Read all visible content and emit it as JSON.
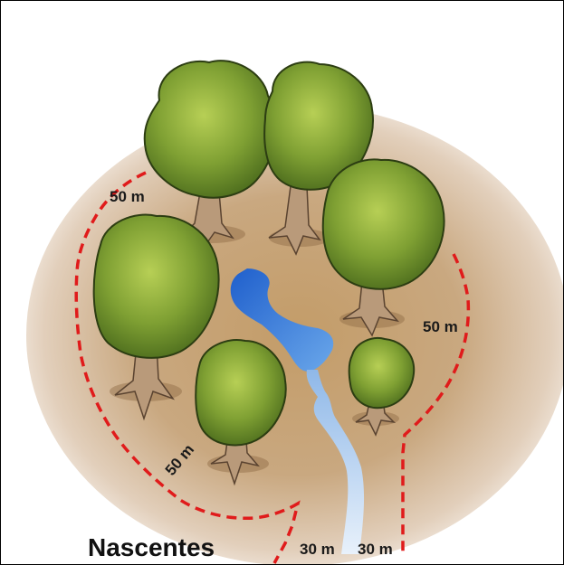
{
  "diagram": {
    "title": "Nascentes",
    "labels": {
      "top_left": "50 m",
      "right": "50 m",
      "lower_left": "50 m",
      "stream_left": "30 m",
      "stream_right": "30 m"
    },
    "colors": {
      "ground_center": "#c8a77a",
      "ground_edge": "#f3ece4",
      "dashed_boundary": "#e01b1b",
      "water": "#2f6fd6",
      "stream": "#bfd6ee",
      "foliage": "#7fa033",
      "trunk": "#b99a7a"
    }
  }
}
